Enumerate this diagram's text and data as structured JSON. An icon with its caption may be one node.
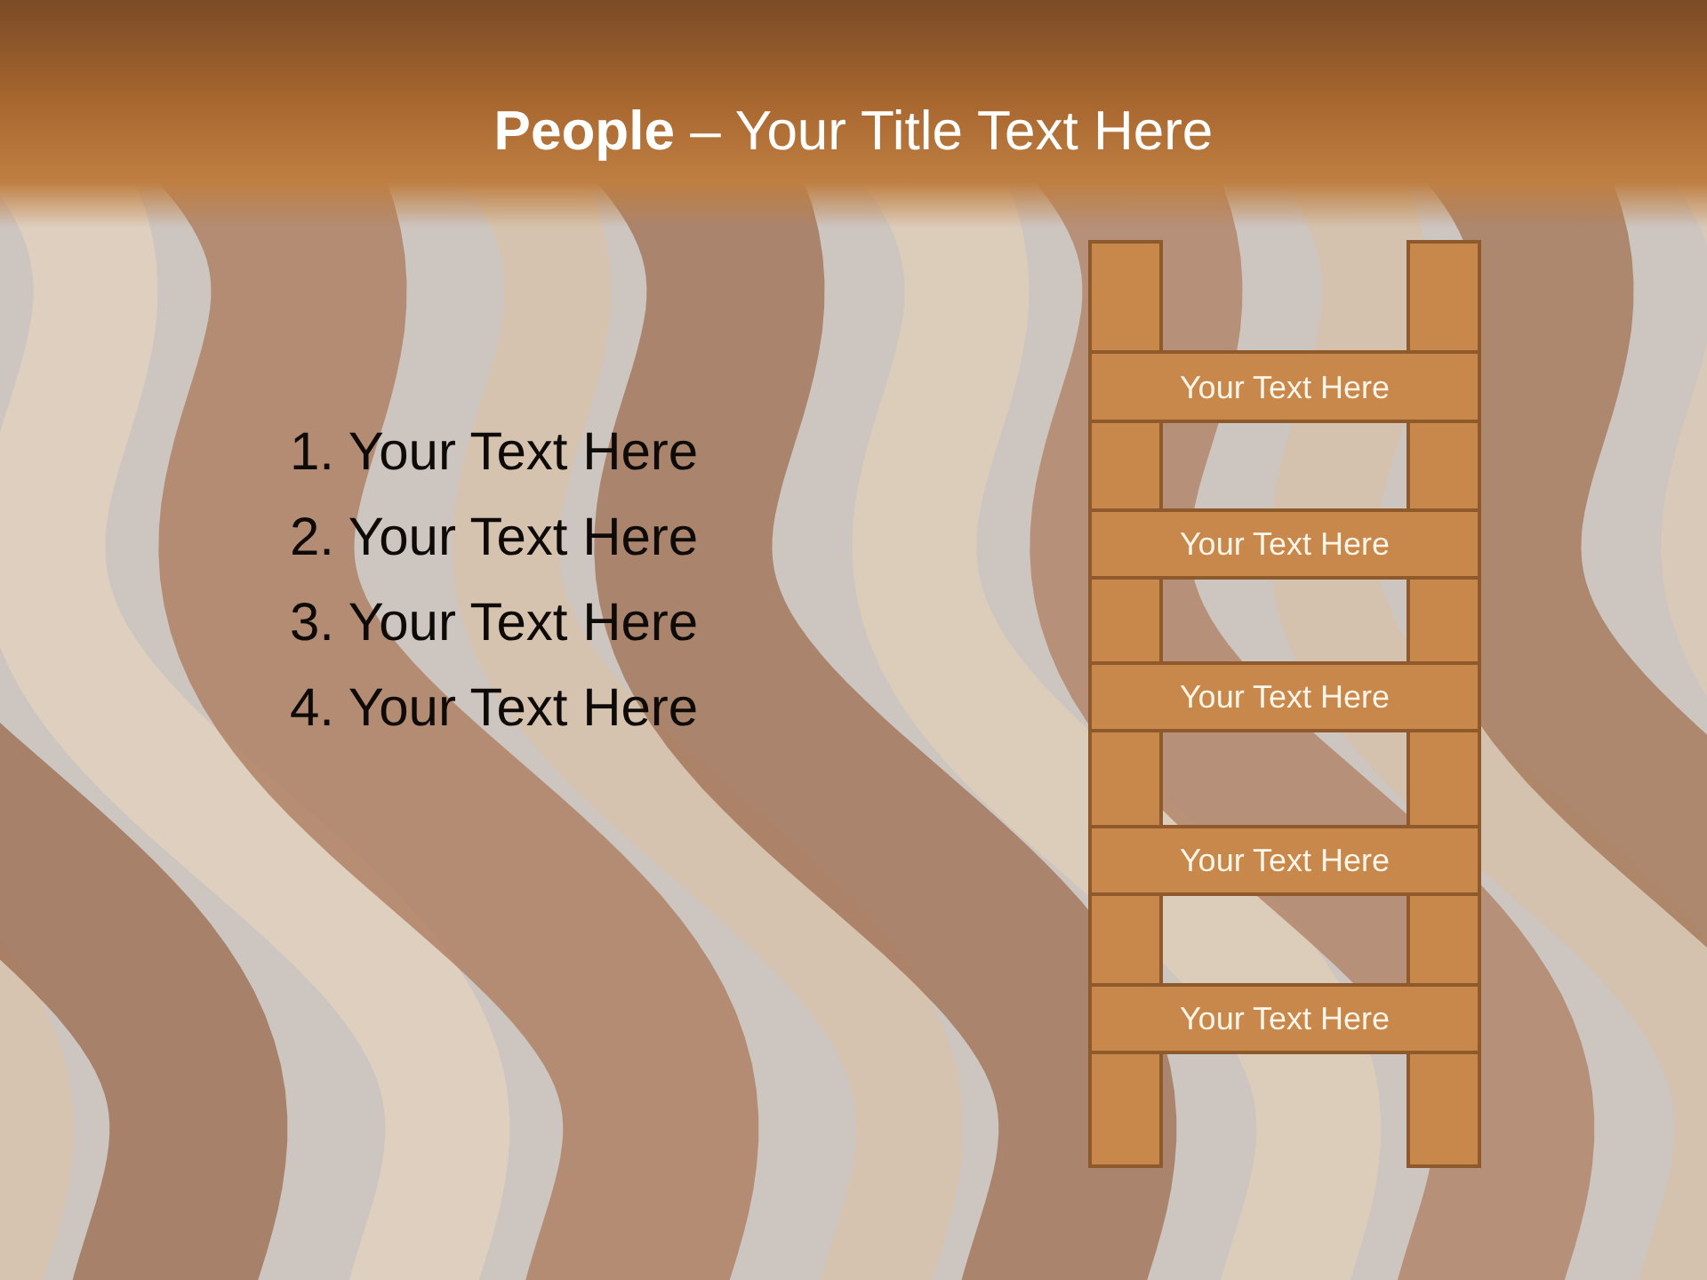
{
  "diagram": {
    "title": "**People** – Your Title Text Here",
    "nodes": [
      {
        "text": [],
        "shape": "bar"
      },
      {
        "text": [],
        "shape": "bar"
      },
      {
        "text": [
          "Your Text Here"
        ]
      },
      {
        "text": [
          "Your Text Here"
        ]
      },
      {
        "text": [
          "Your Text Here"
        ]
      },
      {
        "text": [
          "Your Text Here"
        ]
      },
      {
        "text": [
          "Your Text Here"
        ]
      }
    ],
    "labels": [
      "1. Your Text Here",
      "2. Your Text Here",
      "3. Your Text Here",
      "4. Your Text Here"
    ]
  }
}
